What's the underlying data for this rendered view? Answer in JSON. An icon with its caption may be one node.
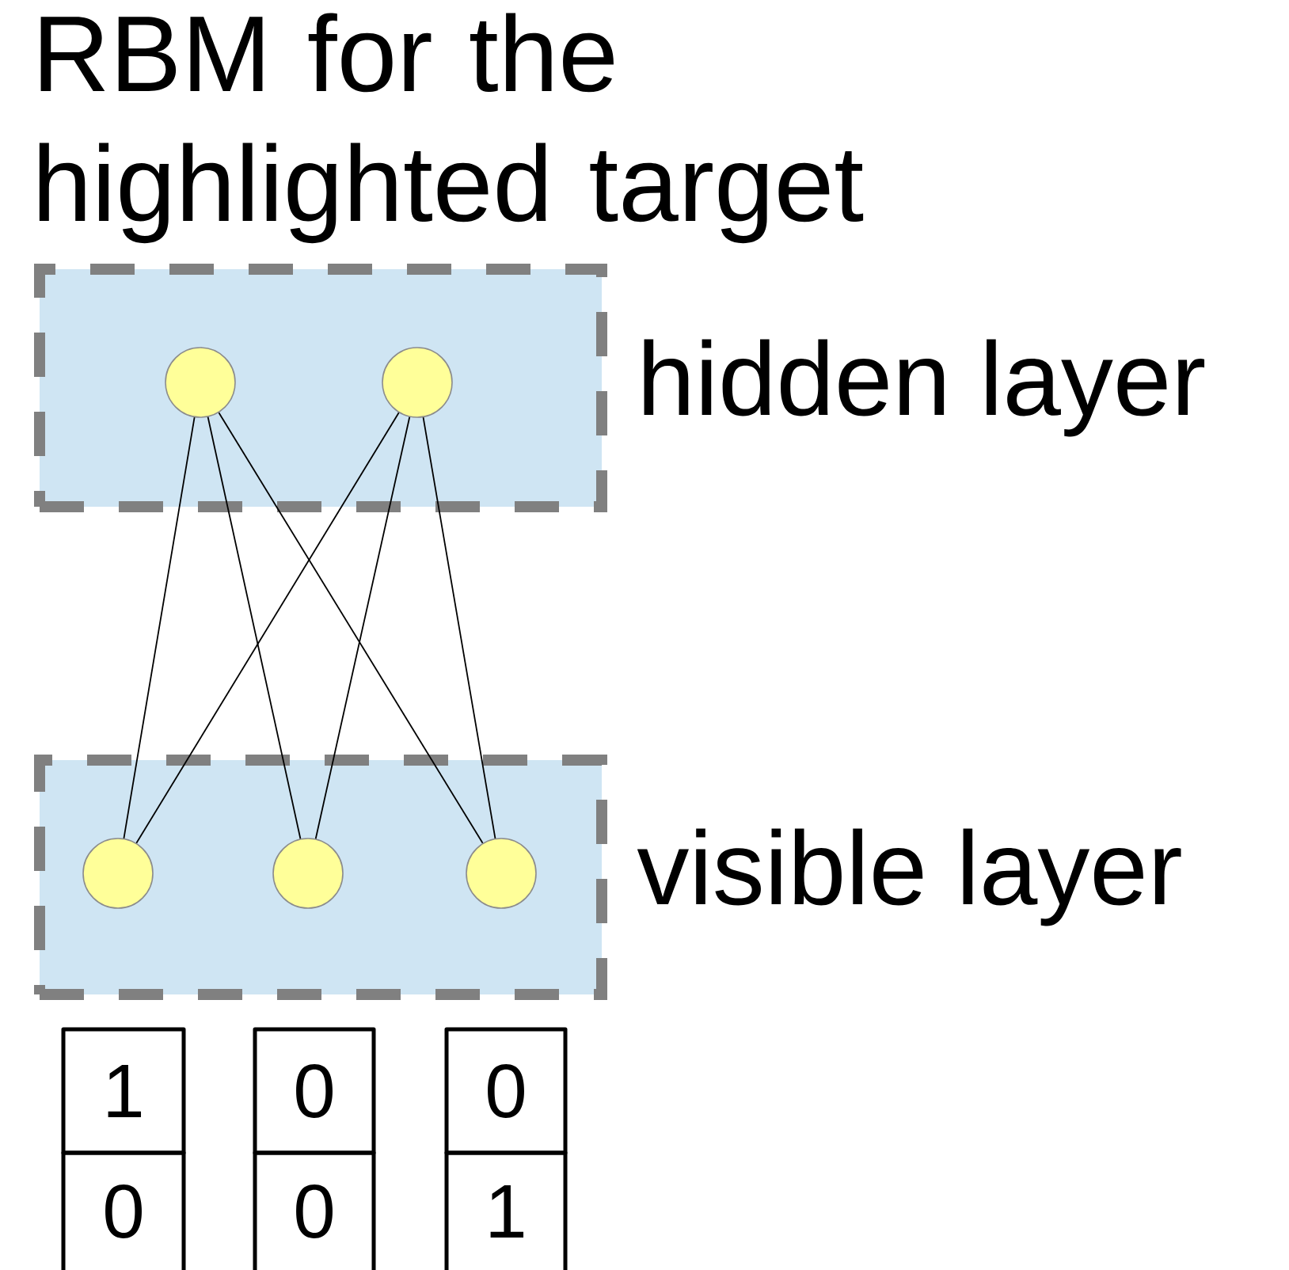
{
  "diagram": {
    "title": "RBM for the highlighted target",
    "nodes": [
      {
        "text": [
          "hidden layer"
        ]
      },
      {
        "text": [],
        "shape": "circle",
        "in": 0
      },
      {
        "text": [],
        "shape": "circle",
        "in": 0
      },
      {
        "text": [
          "visible layer"
        ]
      },
      {
        "text": [],
        "shape": "circle",
        "in": 3
      },
      {
        "text": [],
        "shape": "circle",
        "in": 3
      },
      {
        "text": [],
        "shape": "circle",
        "in": 3
      }
    ],
    "edges": [
      {
        "from": 1,
        "to": 4,
        "arrow": "none"
      },
      {
        "from": 1,
        "to": 5,
        "arrow": "none"
      },
      {
        "from": 1,
        "to": 6,
        "arrow": "none"
      },
      {
        "from": 2,
        "to": 4,
        "arrow": "none"
      },
      {
        "from": 2,
        "to": 5,
        "arrow": "none"
      },
      {
        "from": 2,
        "to": 6,
        "arrow": "none"
      }
    ],
    "labels": [
      "1",
      "0",
      "0",
      "0",
      "0",
      "1"
    ]
  }
}
